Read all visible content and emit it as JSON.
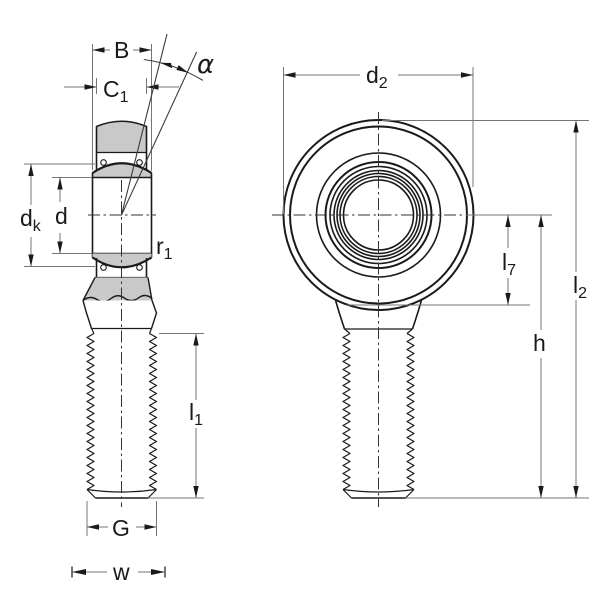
{
  "labels": {
    "B": {
      "text": "B"
    },
    "C1": {
      "text": "C",
      "sub": "1"
    },
    "alpha": {
      "text": "α"
    },
    "dk": {
      "text": "d",
      "sub": "k"
    },
    "d": {
      "text": "d"
    },
    "r1": {
      "text": "r",
      "sub": "1"
    },
    "l1": {
      "text": "l",
      "sub": "1"
    },
    "G": {
      "text": "G"
    },
    "w": {
      "text": "w"
    },
    "d2": {
      "text": "d",
      "sub": "2"
    },
    "l7": {
      "text": "l",
      "sub": "7"
    },
    "l2": {
      "text": "l",
      "sub": "2"
    },
    "h": {
      "text": "h"
    }
  },
  "colors": {
    "line": "#1a1a1a",
    "dim": "#757575",
    "fill_gray": "#c9c9c9",
    "bg": "#ffffff"
  }
}
